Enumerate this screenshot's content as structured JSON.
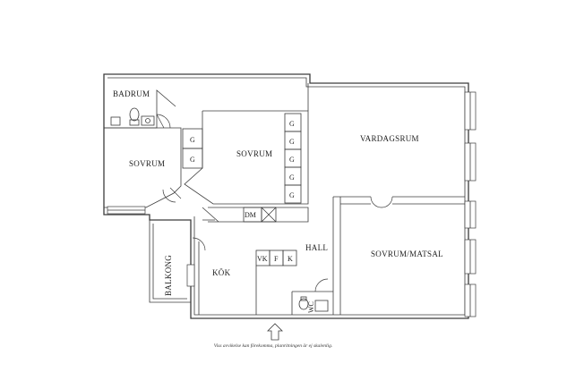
{
  "rooms": {
    "badrum": "BADRUM",
    "sovrum_left": "SOVRUM",
    "sovrum_center": "SOVRUM",
    "vardagsrum": "VARDAGSRUM",
    "hall": "HALL",
    "sovrum_matsal": "SOVRUM/MATSAL",
    "kok": "KÖK",
    "balkong": "BALKONG",
    "wc": "WC"
  },
  "fixtures": {
    "garderob": "G",
    "diskmaskin": "DM",
    "vk": "VK",
    "f": "F",
    "k": "K"
  },
  "disclaimer": "Viss avvikelse kan förekomma, planritningen är ej skalenlig."
}
